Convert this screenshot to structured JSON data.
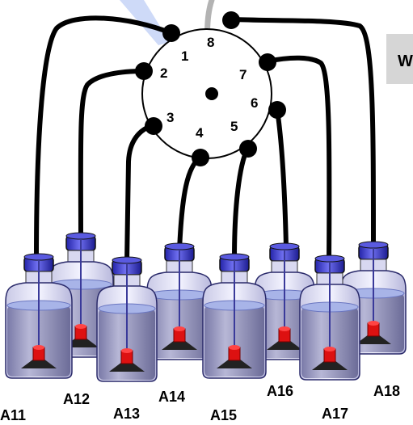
{
  "diagram": {
    "valve": {
      "ports": [
        "1",
        "2",
        "3",
        "4",
        "5",
        "6",
        "7",
        "8"
      ]
    },
    "bottles": [
      "A11",
      "A12",
      "A13",
      "A14",
      "A15",
      "A16",
      "A17",
      "A18"
    ],
    "partial_label": "W"
  }
}
